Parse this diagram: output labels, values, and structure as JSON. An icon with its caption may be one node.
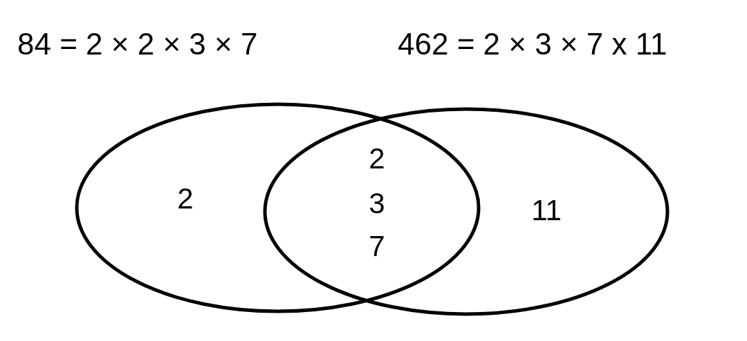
{
  "diagram": {
    "nodes": [
      {
        "text": [
          "2"
        ]
      },
      {
        "text": [
          "11"
        ]
      }
    ],
    "edges": [],
    "labels": [
      "84 = 2 × 2 × 3 × 7",
      "462 = 2 × 3 × 7 x 11",
      "2",
      "3",
      "7"
    ]
  }
}
